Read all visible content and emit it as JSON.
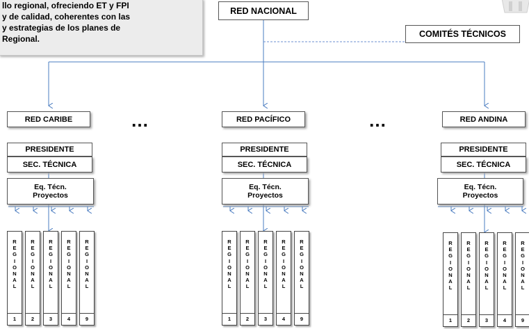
{
  "description_lines": [
    "llo regional, ofreciendo ET y FPI",
    "y de calidad,    coherentes con las",
    "y  estrategias  de  los  planes  de",
    "Regional."
  ],
  "red_nacional": "RED NACIONAL",
  "comites": "COMITÉS TÉCNICOS",
  "ellipsis": "…",
  "regions": [
    {
      "name": "RED CARIBE",
      "presidente": "PRESIDENTE",
      "secretaria": "SEC. TÉCNICA",
      "equipo": [
        "Eq. Técn.",
        "Proyectos"
      ]
    },
    {
      "name": "RED PACÍFICO",
      "presidente": "PRESIDENTE",
      "secretaria": "SEC. TÉCNICA",
      "equipo": [
        "Eq. Técn.",
        "Proyectos"
      ]
    },
    {
      "name": "RED ANDINA",
      "presidente": "PRESIDENTE",
      "secretaria": "SEC. TÉCNICA",
      "equipo": [
        "Eq. Técn.",
        "Proyectos"
      ]
    }
  ],
  "regional_word": "REGIONAL",
  "regional_numbers": [
    "1",
    "2",
    "3",
    "4",
    "9"
  ],
  "colors": {
    "line": "#4a7cc0",
    "dash": "#6b8fd0",
    "border": "#555555"
  }
}
